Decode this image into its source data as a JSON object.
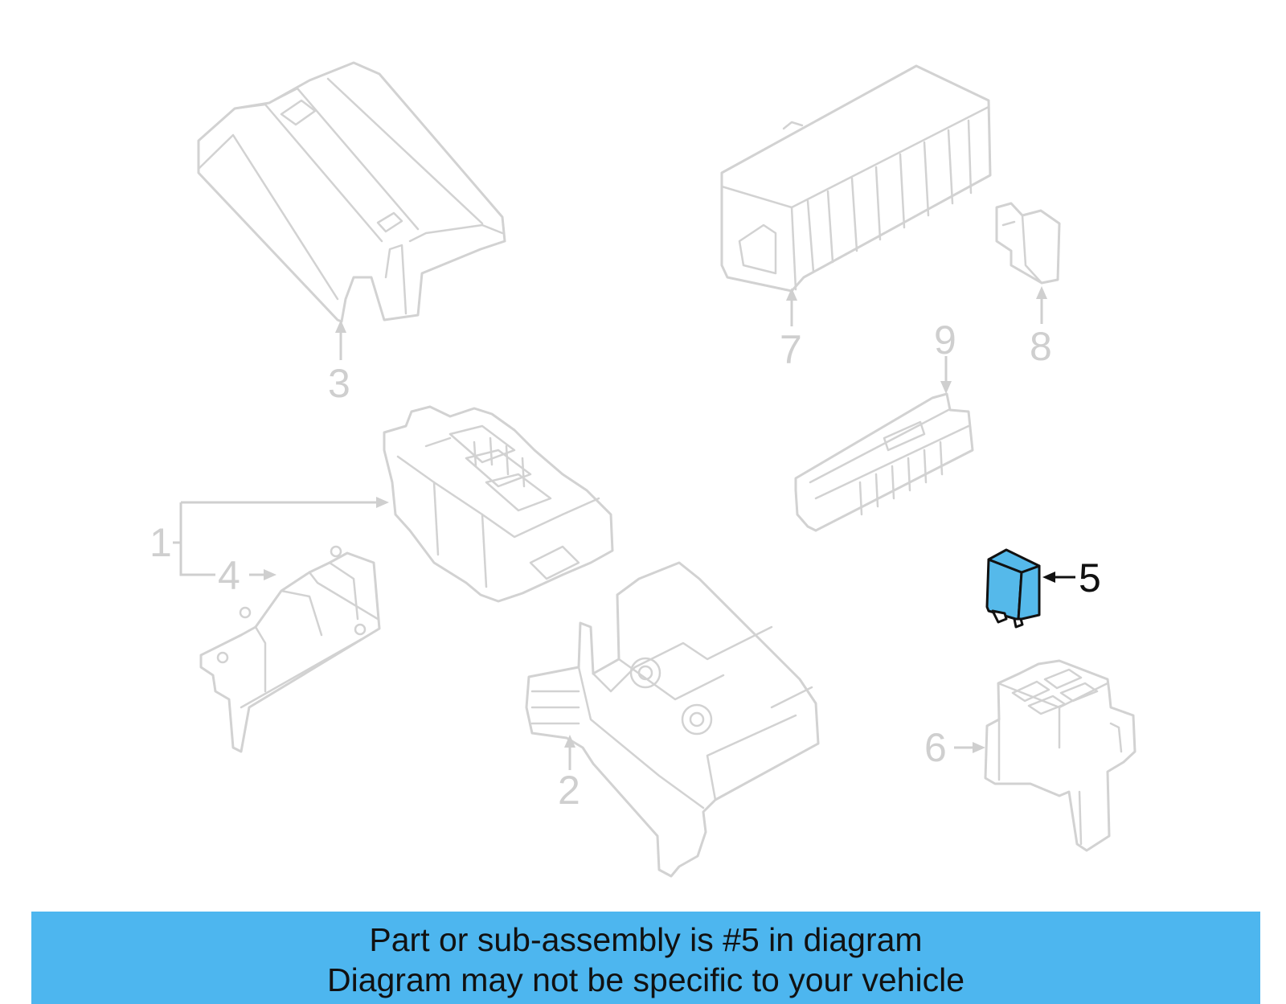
{
  "colors": {
    "highlight_part": "#55b9ea",
    "banner_background": "#4db6ef",
    "part_outline": "#d2d2d2",
    "label_gray": "#cfcfcf",
    "label_dark": "#111111"
  },
  "labels": {
    "part1": "1",
    "part2": "2",
    "part3": "3",
    "part4": "4",
    "part5": "5",
    "part6": "6",
    "part7": "7",
    "part8": "8",
    "part9": "9"
  },
  "highlighted_part": "5",
  "banner": {
    "line1": "Part or sub-assembly is #5 in diagram",
    "line2": "Diagram may not be specific to your vehicle"
  }
}
